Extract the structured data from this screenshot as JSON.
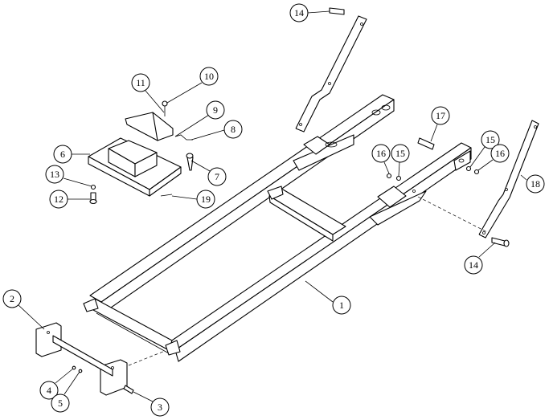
{
  "diagram": {
    "type": "exploded-assembly-view",
    "callouts": {
      "c1": "1",
      "c2": "2",
      "c3": "3",
      "c4": "4",
      "c5": "5",
      "c6": "6",
      "c7": "7",
      "c8": "8",
      "c9": "9",
      "c10": "10",
      "c11": "11",
      "c12": "12",
      "c13": "13",
      "c14a": "14",
      "c14b": "14",
      "c15a": "15",
      "c15b": "15",
      "c16a": "16",
      "c16b": "16",
      "c17": "17",
      "c18": "18",
      "c19": "19"
    },
    "colors": {
      "line": "#000000",
      "background": "#ffffff"
    }
  }
}
